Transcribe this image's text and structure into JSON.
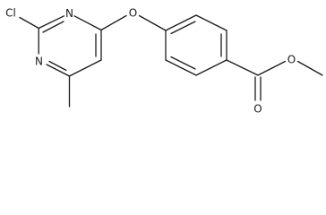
{
  "structure": {
    "atoms": {
      "chlorine": "Cl",
      "pyrimidine_n_top": "N",
      "pyrimidine_n_bottom": "N",
      "ether_oxygen": "O",
      "ester_oxygen_single": "O",
      "ester_oxygen_double": "O"
    },
    "colors": {
      "ink": "#1a1a1a",
      "background": "#ffffff"
    }
  }
}
